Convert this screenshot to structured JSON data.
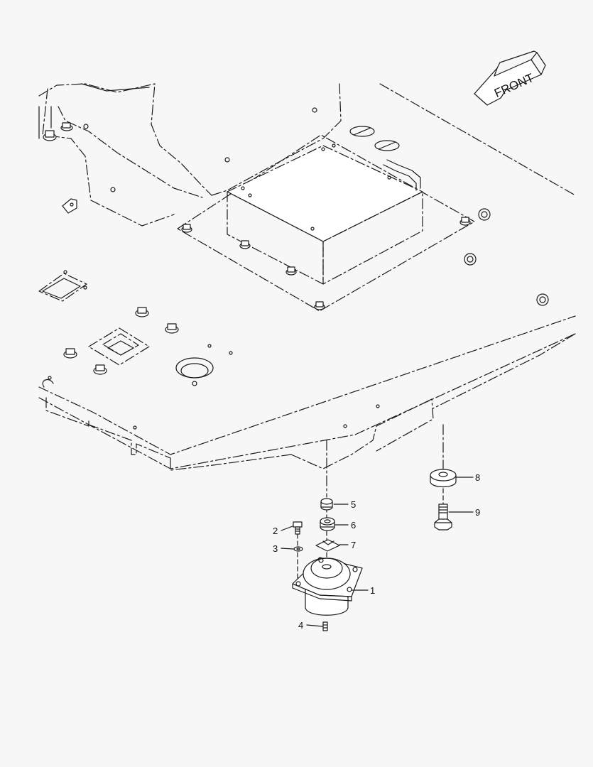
{
  "orientation_label": "FRONT",
  "callouts": [
    {
      "id": "1",
      "label": "1"
    },
    {
      "id": "2",
      "label": "2"
    },
    {
      "id": "3",
      "label": "3"
    },
    {
      "id": "4",
      "label": "4"
    },
    {
      "id": "5",
      "label": "5"
    },
    {
      "id": "6",
      "label": "6"
    },
    {
      "id": "7",
      "label": "7"
    },
    {
      "id": "8",
      "label": "8"
    },
    {
      "id": "9",
      "label": "9"
    }
  ]
}
